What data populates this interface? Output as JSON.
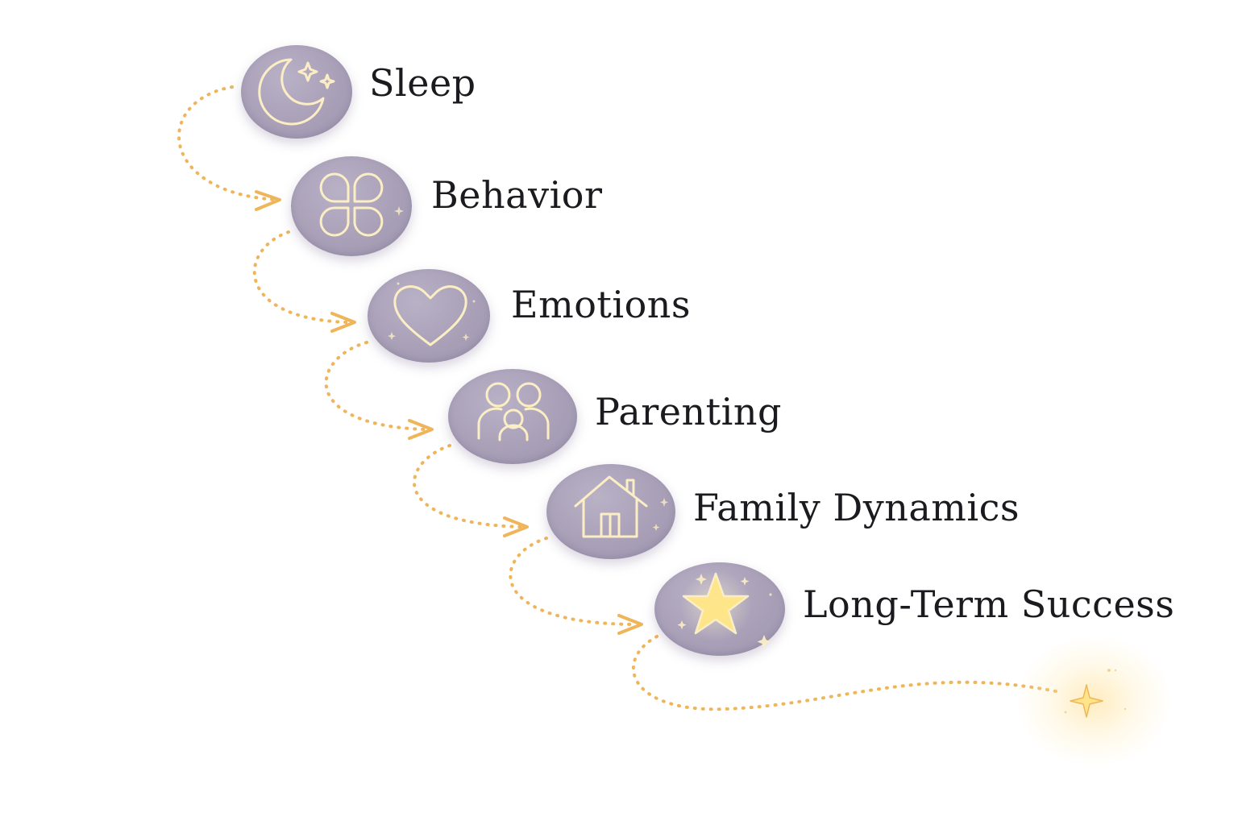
{
  "steps": [
    {
      "label": "Sleep",
      "icon": "moon-stars-icon"
    },
    {
      "label": "Behavior",
      "icon": "four-petal-icon"
    },
    {
      "label": "Emotions",
      "icon": "heart-icon"
    },
    {
      "label": "Parenting",
      "icon": "family-icon"
    },
    {
      "label": "Family Dynamics",
      "icon": "house-icon"
    },
    {
      "label": "Long-Term Success",
      "icon": "star-icon"
    }
  ],
  "colors": {
    "disc": "#a9a0b8",
    "icon_stroke": "#fbeec4",
    "connector": "#efb55a",
    "star_fill": "#ffe58a",
    "text": "#1b1b1f"
  }
}
